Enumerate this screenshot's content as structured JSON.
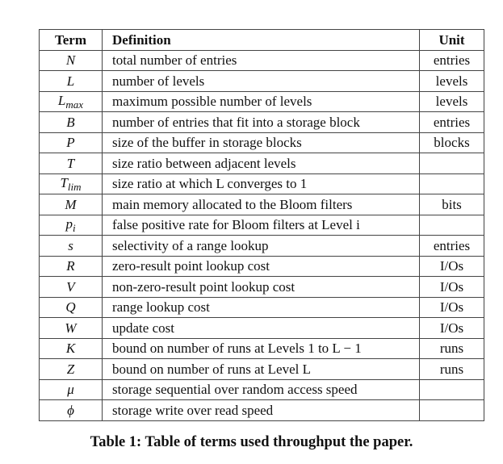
{
  "table": {
    "headers": [
      "Term",
      "Definition",
      "Unit"
    ],
    "rows": [
      {
        "term": "N",
        "sub": "",
        "definition": "total number of entries",
        "unit": "entries"
      },
      {
        "term": "L",
        "sub": "",
        "definition": "number of levels",
        "unit": "levels"
      },
      {
        "term": "L",
        "sub": "max",
        "definition": "maximum possible number of levels",
        "unit": "levels"
      },
      {
        "term": "B",
        "sub": "",
        "definition": "number of entries that fit into a storage block",
        "unit": "entries"
      },
      {
        "term": "P",
        "sub": "",
        "definition": "size of the buffer in storage blocks",
        "unit": "blocks"
      },
      {
        "term": "T",
        "sub": "",
        "definition": "size ratio between adjacent levels",
        "unit": ""
      },
      {
        "term": "T",
        "sub": "lim",
        "definition": "size ratio at which L converges to 1",
        "unit": ""
      },
      {
        "term": "M",
        "sub": "",
        "definition": "main memory allocated to the Bloom filters",
        "unit": "bits"
      },
      {
        "term": "p",
        "sub": "i",
        "definition": "false positive rate for Bloom filters at Level i",
        "unit": ""
      },
      {
        "term": "s",
        "sub": "",
        "definition": "selectivity of a range lookup",
        "unit": "entries"
      },
      {
        "term": "R",
        "sub": "",
        "definition": "zero-result point lookup cost",
        "unit": "I/Os"
      },
      {
        "term": "V",
        "sub": "",
        "definition": "non-zero-result point lookup cost",
        "unit": "I/Os"
      },
      {
        "term": "Q",
        "sub": "",
        "definition": "range lookup cost",
        "unit": "I/Os"
      },
      {
        "term": "W",
        "sub": "",
        "definition": "update cost",
        "unit": "I/Os"
      },
      {
        "term": "K",
        "sub": "",
        "definition": "bound on number of runs at Levels 1 to L − 1",
        "unit": "runs"
      },
      {
        "term": "Z",
        "sub": "",
        "definition": "bound on number of runs at Level L",
        "unit": "runs"
      },
      {
        "term": "μ",
        "sub": "",
        "definition": "storage sequential over random access speed",
        "unit": ""
      },
      {
        "term": "ϕ",
        "sub": "",
        "definition": "storage write over read speed",
        "unit": ""
      }
    ]
  },
  "caption": "Table 1: Table of terms used throughput the paper."
}
